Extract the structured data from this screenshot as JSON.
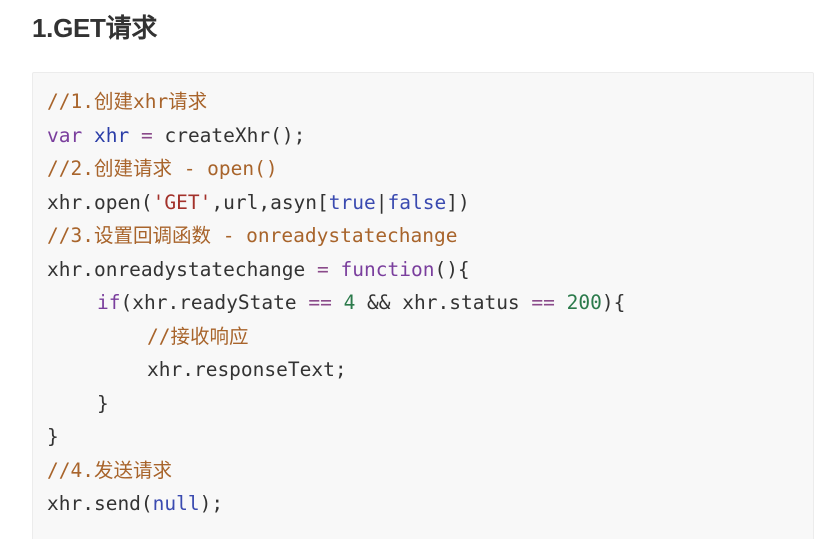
{
  "heading": "1.GET请求",
  "code": {
    "l1": {
      "comment": "//1.创建xhr请求"
    },
    "l2": {
      "kw": "var",
      "sp1": " ",
      "var": "xhr",
      "sp2": " ",
      "op": "=",
      "rest": " createXhr();"
    },
    "l3": {
      "comment": "//2.创建请求 - open()"
    },
    "l4": {
      "pre": "xhr.open(",
      "str": "'GET'",
      "mid": ",url,asyn[",
      "atom1": "true",
      "bar": "|",
      "atom2": "false",
      "post": "])"
    },
    "l5": {
      "comment": "//3.设置回调函数 - onreadystatechange"
    },
    "l6": {
      "pre": "xhr.onreadystatechange ",
      "op": "=",
      "sp": " ",
      "kw": "function",
      "post": "(){"
    },
    "l7": {
      "kw": "if",
      "pre": "(xhr.readyState ",
      "op1": "==",
      "sp1": " ",
      "num1": "4",
      "mid": " && xhr.status ",
      "op2": "==",
      "sp2": " ",
      "num2": "200",
      "post": "){"
    },
    "l8": {
      "comment": "//接收响应"
    },
    "l9": {
      "text": "xhr.responseText;"
    },
    "l10": {
      "text": "}"
    },
    "l11": {
      "text": "}"
    },
    "l12": {
      "comment": "//4.发送请求"
    },
    "l13": {
      "pre": "xhr.send(",
      "atom": "null",
      "post": ");"
    }
  }
}
